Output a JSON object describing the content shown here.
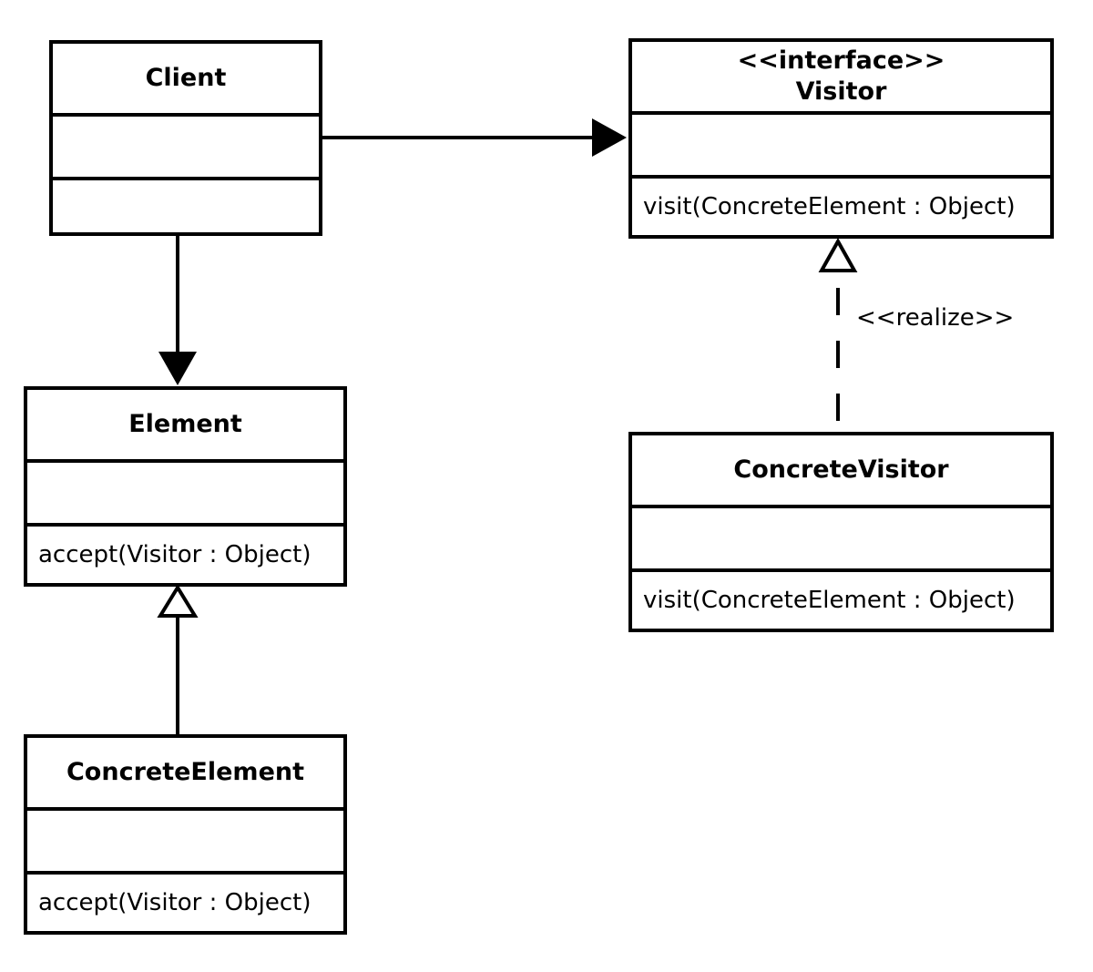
{
  "classes": {
    "client": {
      "name": "Client",
      "operation": ""
    },
    "visitor": {
      "stereotype": "<<interface>>",
      "name": "Visitor",
      "operation": "visit(ConcreteElement : Object)"
    },
    "element": {
      "name": "Element",
      "operation": "accept(Visitor : Object)"
    },
    "concrete_visitor": {
      "name": "ConcreteVisitor",
      "operation": "visit(ConcreteElement : Object)"
    },
    "concrete_element": {
      "name": "ConcreteElement",
      "operation": "accept(Visitor : Object)"
    }
  },
  "relations": {
    "realize_label": "<<realize>>"
  },
  "colors": {
    "line": "#000000",
    "background": "#ffffff"
  }
}
